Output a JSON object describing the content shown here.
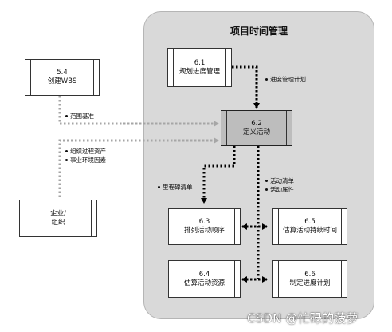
{
  "group": {
    "title": "项目时间管理"
  },
  "processes": {
    "p54": {
      "id": "5.4",
      "name": "创建WBS"
    },
    "p61": {
      "id": "6.1",
      "name": "规划进度管理"
    },
    "p62": {
      "id": "6.2",
      "name": "定义活动"
    },
    "p63": {
      "id": "6.3",
      "name": "排列活动顺序"
    },
    "p64": {
      "id": "6.4",
      "name": "估算活动资源"
    },
    "p65": {
      "id": "6.5",
      "name": "估算活动持续时间"
    },
    "p66": {
      "id": "6.6",
      "name": "制定进度计划"
    },
    "enterprise": {
      "line1": "企业/",
      "line2": "组织"
    }
  },
  "flow_labels": {
    "schedule_plan": "进度管理计划",
    "scope_baseline": "范围基准",
    "org_assets": "组织过程资产",
    "env_factors": "事业环境因素",
    "milestone_list": "里程碑清单",
    "activity_list": "活动清单",
    "activity_attributes": "活动属性"
  },
  "watermark": "CSDN @忙碌的菠萝",
  "colors": {
    "group_bg": "#d9d9d9",
    "highlight": "#bdbdbd",
    "black_arrow": "#000000",
    "gray_arrow": "#a6a6a6"
  }
}
